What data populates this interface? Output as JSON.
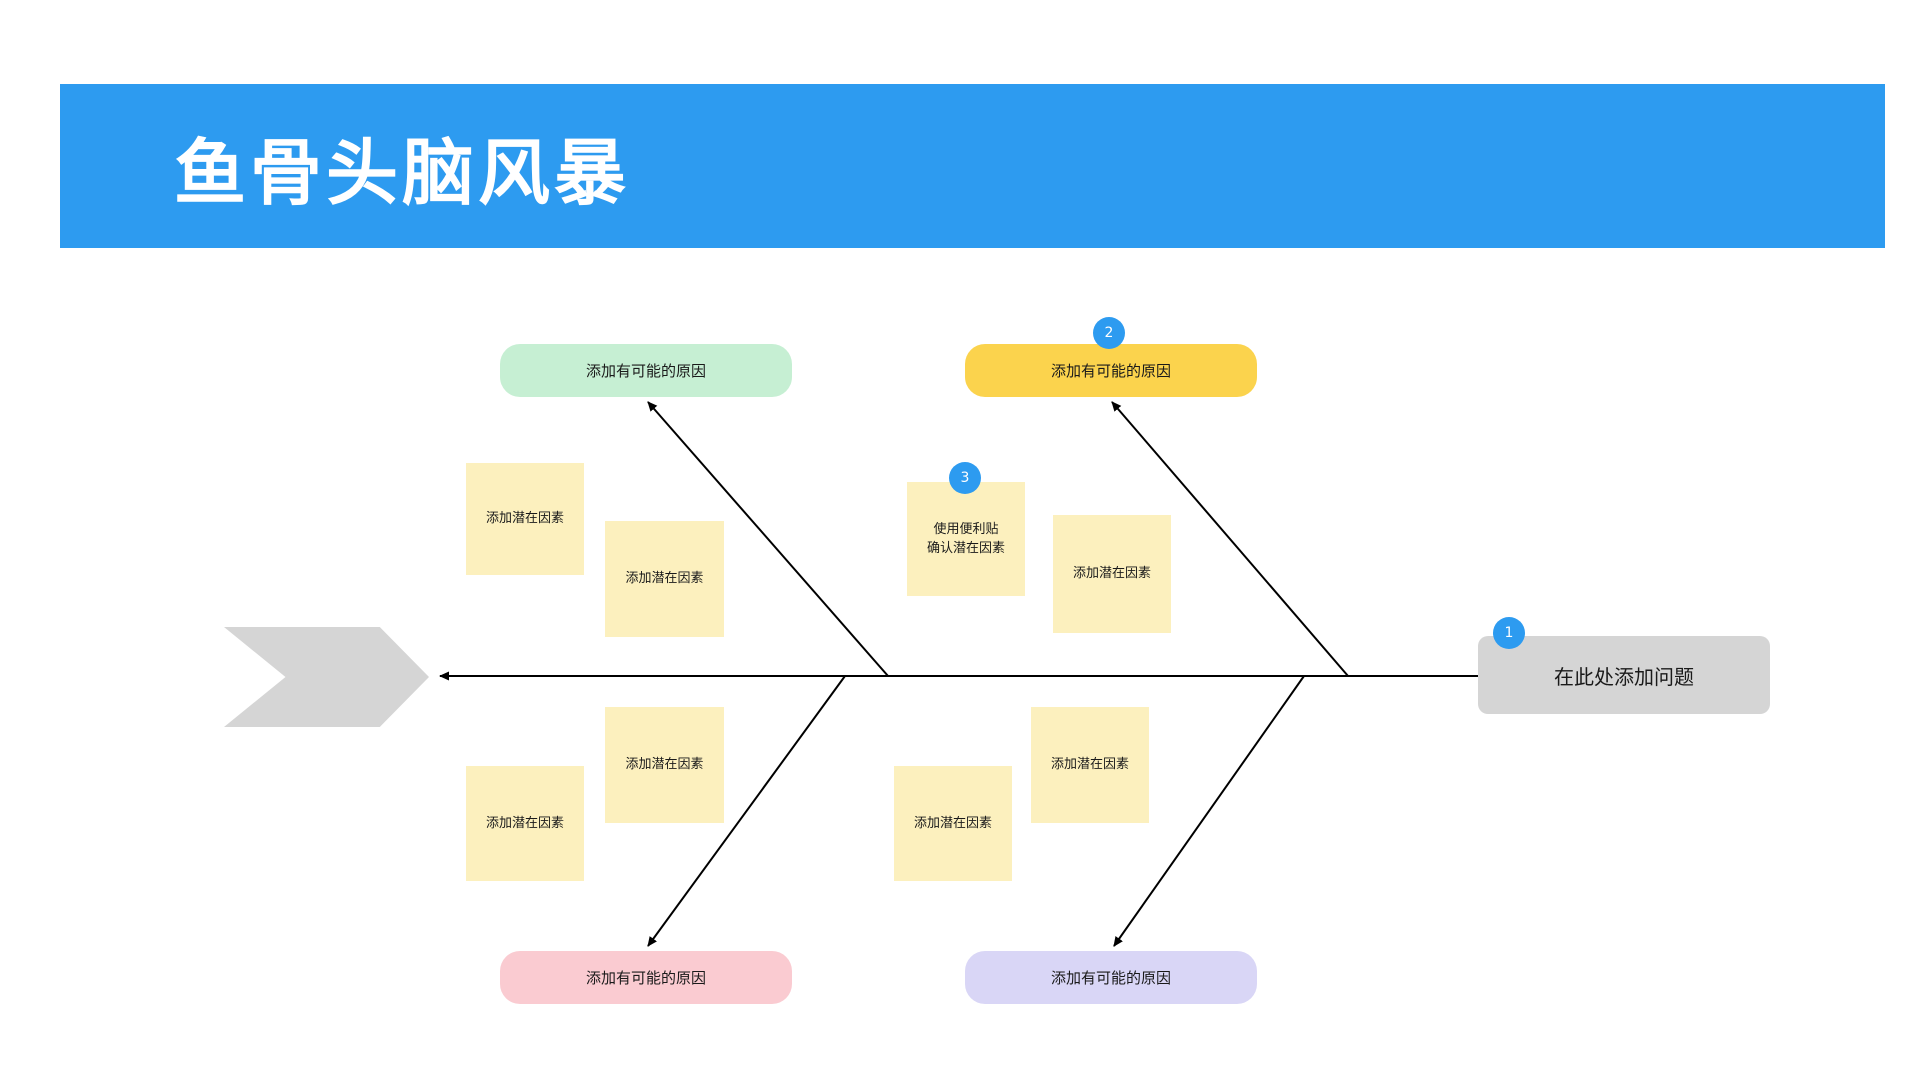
{
  "header": {
    "title": "鱼骨头脑风暴"
  },
  "colors": {
    "banner_blue": "#2D9BF0",
    "badge_blue": "#2D9BF0",
    "cause_green": "#C6EFD3",
    "cause_yellow": "#FBD34D",
    "cause_pink": "#FACBD1",
    "cause_purple": "#D9D6F6",
    "sticky_yellow": "#FCF0BE",
    "shape_gray": "#D5D5D5",
    "line_black": "#000000"
  },
  "diagram": {
    "problem_box": {
      "label": "在此处添加问题",
      "badge": "1"
    },
    "cause_boxes": [
      {
        "position": "top-left",
        "label": "添加有可能的原因"
      },
      {
        "position": "top-right",
        "label": "添加有可能的原因",
        "badge": "2"
      },
      {
        "position": "bottom-left",
        "label": "添加有可能的原因"
      },
      {
        "position": "bottom-right",
        "label": "添加有可能的原因"
      }
    ],
    "notes": [
      {
        "position": "top-left-outer",
        "label": "添加潜在因素"
      },
      {
        "position": "top-left-inner",
        "label": "添加潜在因素"
      },
      {
        "position": "top-right-inner",
        "label": "使用便利贴\n确认潜在因素",
        "badge": "3"
      },
      {
        "position": "top-right-outer",
        "label": "添加潜在因素"
      },
      {
        "position": "bottom-left-inner",
        "label": "添加潜在因素"
      },
      {
        "position": "bottom-left-outer",
        "label": "添加潜在因素"
      },
      {
        "position": "bottom-right-outer",
        "label": "添加潜在因素"
      },
      {
        "position": "bottom-right-inner",
        "label": "添加潜在因素"
      }
    ]
  }
}
